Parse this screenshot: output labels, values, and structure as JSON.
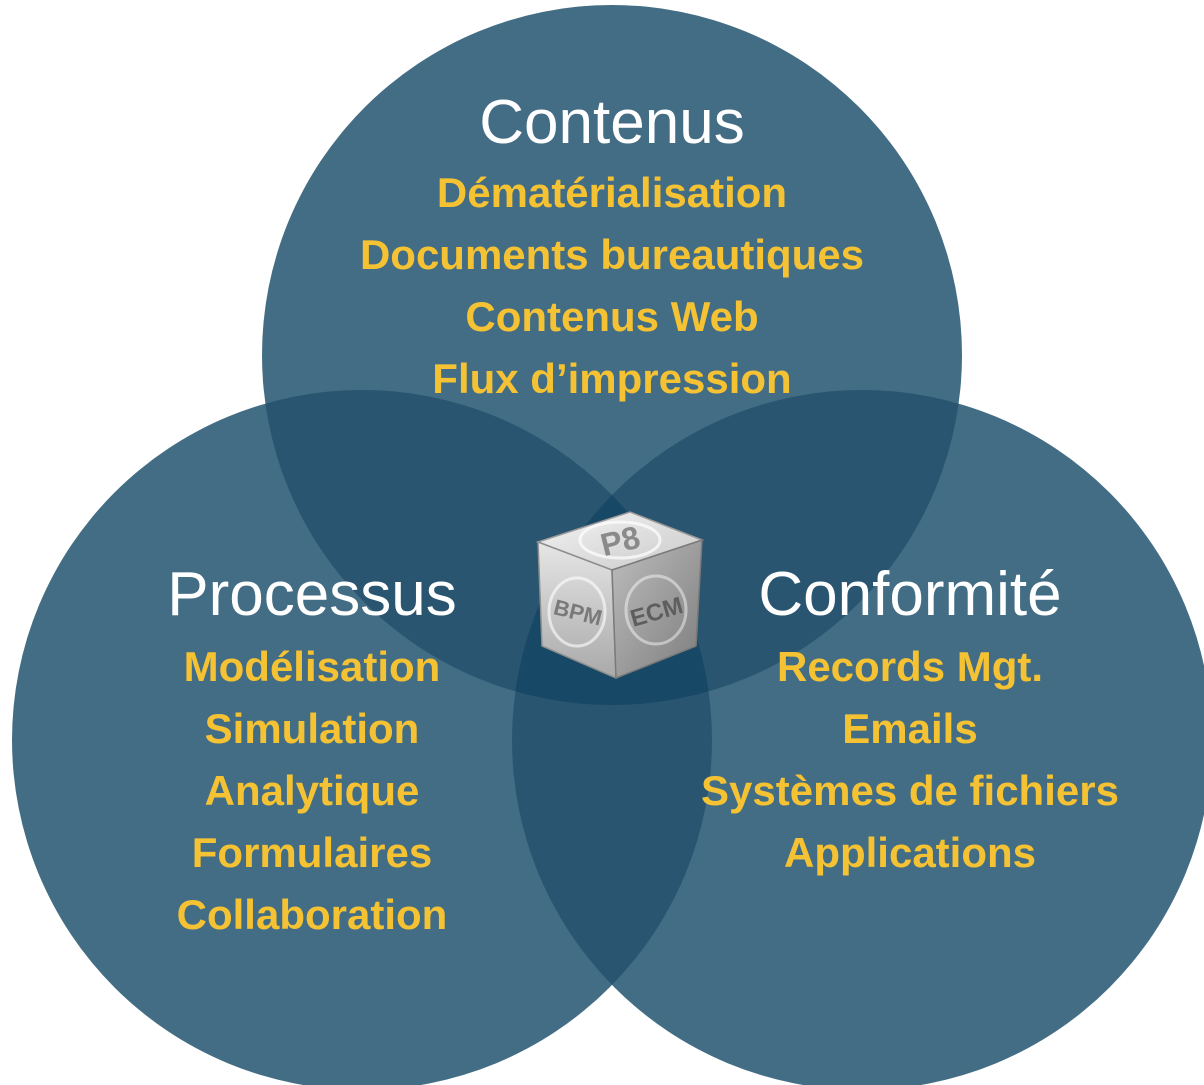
{
  "colors": {
    "circle_fill": "#436d84",
    "overlap_fill": "#2a5570",
    "center_fill": "#174865",
    "title_color": "#ffffff",
    "item_color": "#f5c233"
  },
  "circles": {
    "top": {
      "title": "Contenus",
      "items": [
        "Dématérialisation",
        "Documents bureautiques",
        "Contenus Web",
        "Flux d’impression"
      ]
    },
    "left": {
      "title": "Processus",
      "items": [
        "Modélisation",
        "Simulation",
        "Analytique",
        "Formulaires",
        "Collaboration"
      ]
    },
    "right": {
      "title": "Conformité",
      "items": [
        "Records Mgt.",
        "Emails",
        "Systèmes de fichiers",
        "Applications"
      ]
    }
  },
  "center_logo": {
    "icon": "p8-cube-icon",
    "faces": [
      "P8",
      "BPM",
      "ECM"
    ]
  }
}
